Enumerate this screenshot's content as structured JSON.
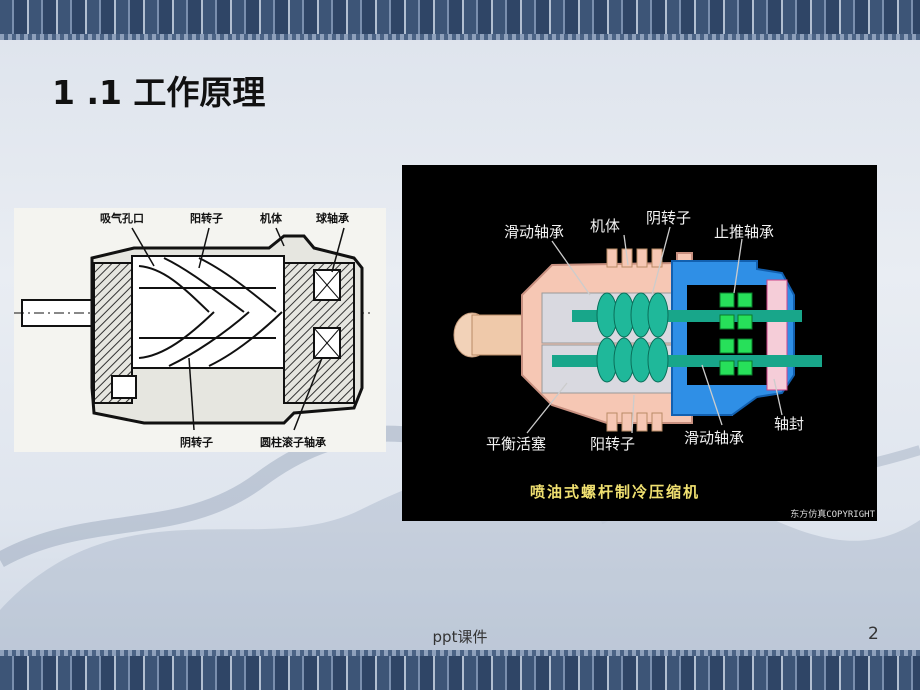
{
  "slide": {
    "title": "1 .1 工作原理",
    "footer_text": "ppt课件",
    "page_number": "2"
  },
  "figure_left": {
    "labels": {
      "suction_port": "吸气孔口",
      "male_rotor": "阳转子",
      "body": "机体",
      "ball_bearing": "球轴承",
      "female_rotor": "阴转子",
      "roller_bearing": "圆柱滚子轴承"
    }
  },
  "figure_right": {
    "labels": {
      "sliding_bearing_top": "滑动轴承",
      "body": "机体",
      "female_rotor": "阴转子",
      "thrust_bearing": "止推轴承",
      "balance_piston": "平衡活塞",
      "male_rotor": "阳转子",
      "sliding_bearing_bottom": "滑动轴承",
      "shaft_seal": "轴封"
    },
    "caption": "喷油式螺杆制冷压缩机",
    "copyright": "东方仿真COPYRIGHT"
  }
}
